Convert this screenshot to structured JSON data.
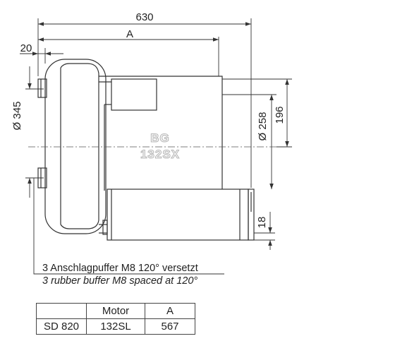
{
  "drawing": {
    "model": {
      "line1": "BG",
      "line2": "132SX"
    },
    "dimensions": {
      "overall_length": "630",
      "length_a": "A",
      "offset": "20",
      "housing_diameter": "Ø 345",
      "motor_diameter": "Ø 258",
      "height_196": "196",
      "foot_height": "18"
    },
    "notes": {
      "german": "3 Anschlagpuffer M8 120° versetzt",
      "english": "3 rubber buffer M8 spaced at 120°"
    }
  },
  "table": {
    "headers": [
      "",
      "Motor",
      "A"
    ],
    "rows": [
      [
        "SD 820",
        "132SL",
        "567"
      ]
    ]
  }
}
